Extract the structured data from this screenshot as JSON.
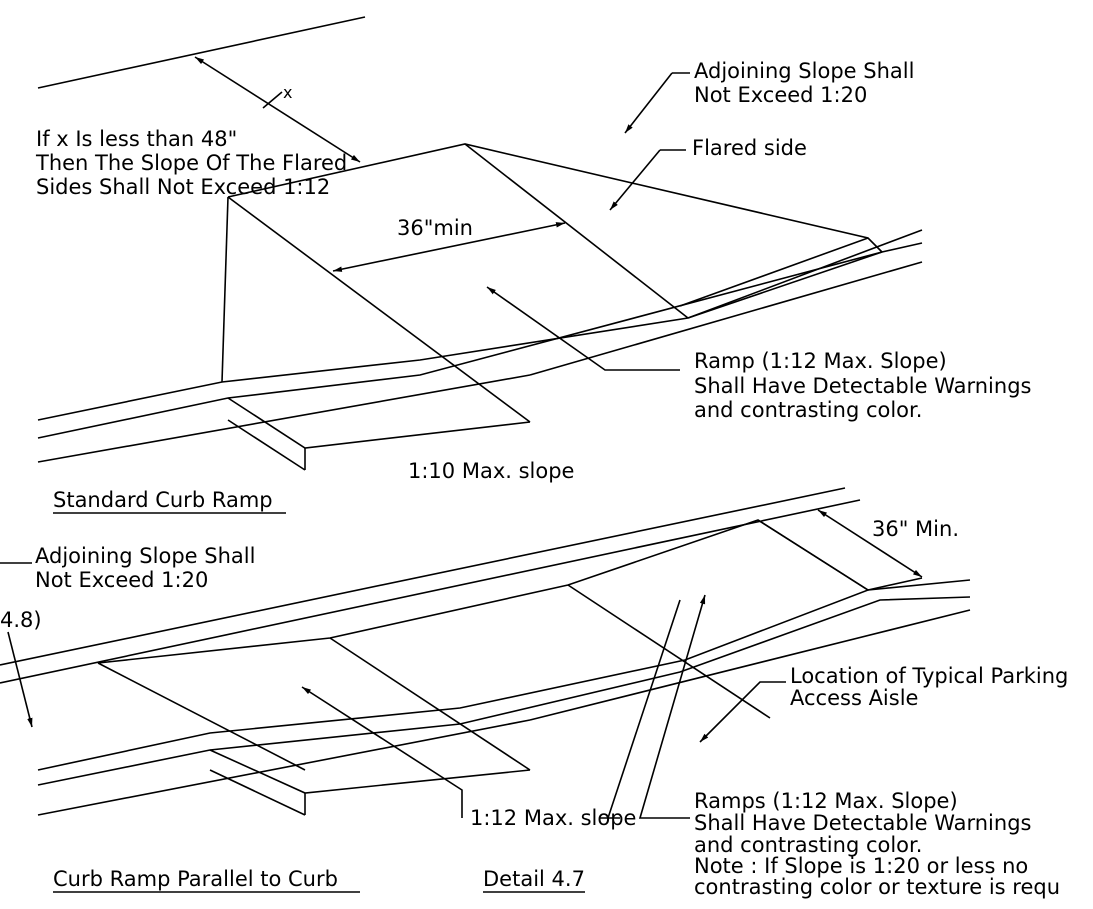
{
  "top_figure": {
    "x_note": [
      "If x Is less than 48\"",
      "Then The Slope Of The Flared",
      "Sides Shall Not Exceed 1:12"
    ],
    "x_symbol": "x",
    "adjoining": [
      "Adjoining Slope Shall",
      "Not Exceed 1:20"
    ],
    "flared_side": "Flared side",
    "width": "36\"min",
    "ramp_note": [
      "Ramp (1:12 Max. Slope)",
      "Shall Have Detectable Warnings",
      "and contrasting color."
    ],
    "slope_label": "1:10 Max. slope",
    "caption": "Standard Curb Ramp"
  },
  "bottom_figure": {
    "adjoining": [
      "Adjoining Slope Shall",
      "Not Exceed 1:20"
    ],
    "fragment": "4.8)",
    "width": "36\" Min.",
    "parking": [
      "Location of Typical Parking",
      "Access Aisle"
    ],
    "slope_label": "1:12 Max. slope",
    "ramps_note": [
      "Ramps (1:12 Max. Slope)",
      "Shall Have Detectable Warnings",
      "and contrasting color.",
      "Note :  If Slope is 1:20 or less no",
      "contrasting color or texture is requ"
    ],
    "caption": "Curb Ramp Parallel to Curb"
  },
  "detail_label": "Detail 4.7"
}
